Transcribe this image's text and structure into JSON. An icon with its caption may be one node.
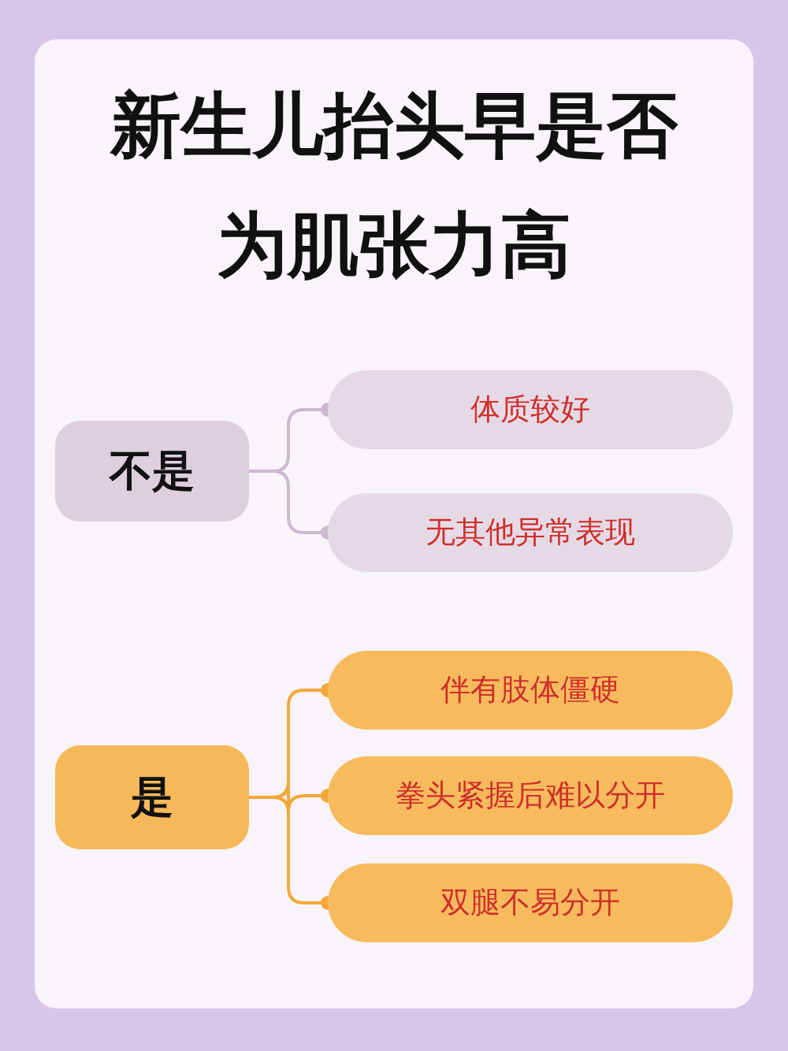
{
  "diagram": {
    "title": "新生儿抬头早是否为肌张力高",
    "nodes": [
      {
        "text": [
          "不是"
        ]
      },
      {
        "text": [
          "体质较好"
        ]
      },
      {
        "text": [
          "无其他异常表现"
        ]
      },
      {
        "text": [
          "是"
        ]
      },
      {
        "text": [
          "伴有肢体僵硬"
        ]
      },
      {
        "text": [
          "拳头紧握后难以分开"
        ]
      },
      {
        "text": [
          "双腿不易分开"
        ]
      }
    ],
    "edges": [
      {
        "from": 0,
        "to": 1,
        "arrow": "other",
        "color": "#cdb8d0"
      },
      {
        "from": 0,
        "to": 2,
        "arrow": "other",
        "color": "#cdb8d0"
      },
      {
        "from": 3,
        "to": 4,
        "arrow": "other"
      },
      {
        "from": 3,
        "to": 5,
        "arrow": "other"
      },
      {
        "from": 3,
        "to": 6,
        "arrow": "other"
      }
    ]
  }
}
